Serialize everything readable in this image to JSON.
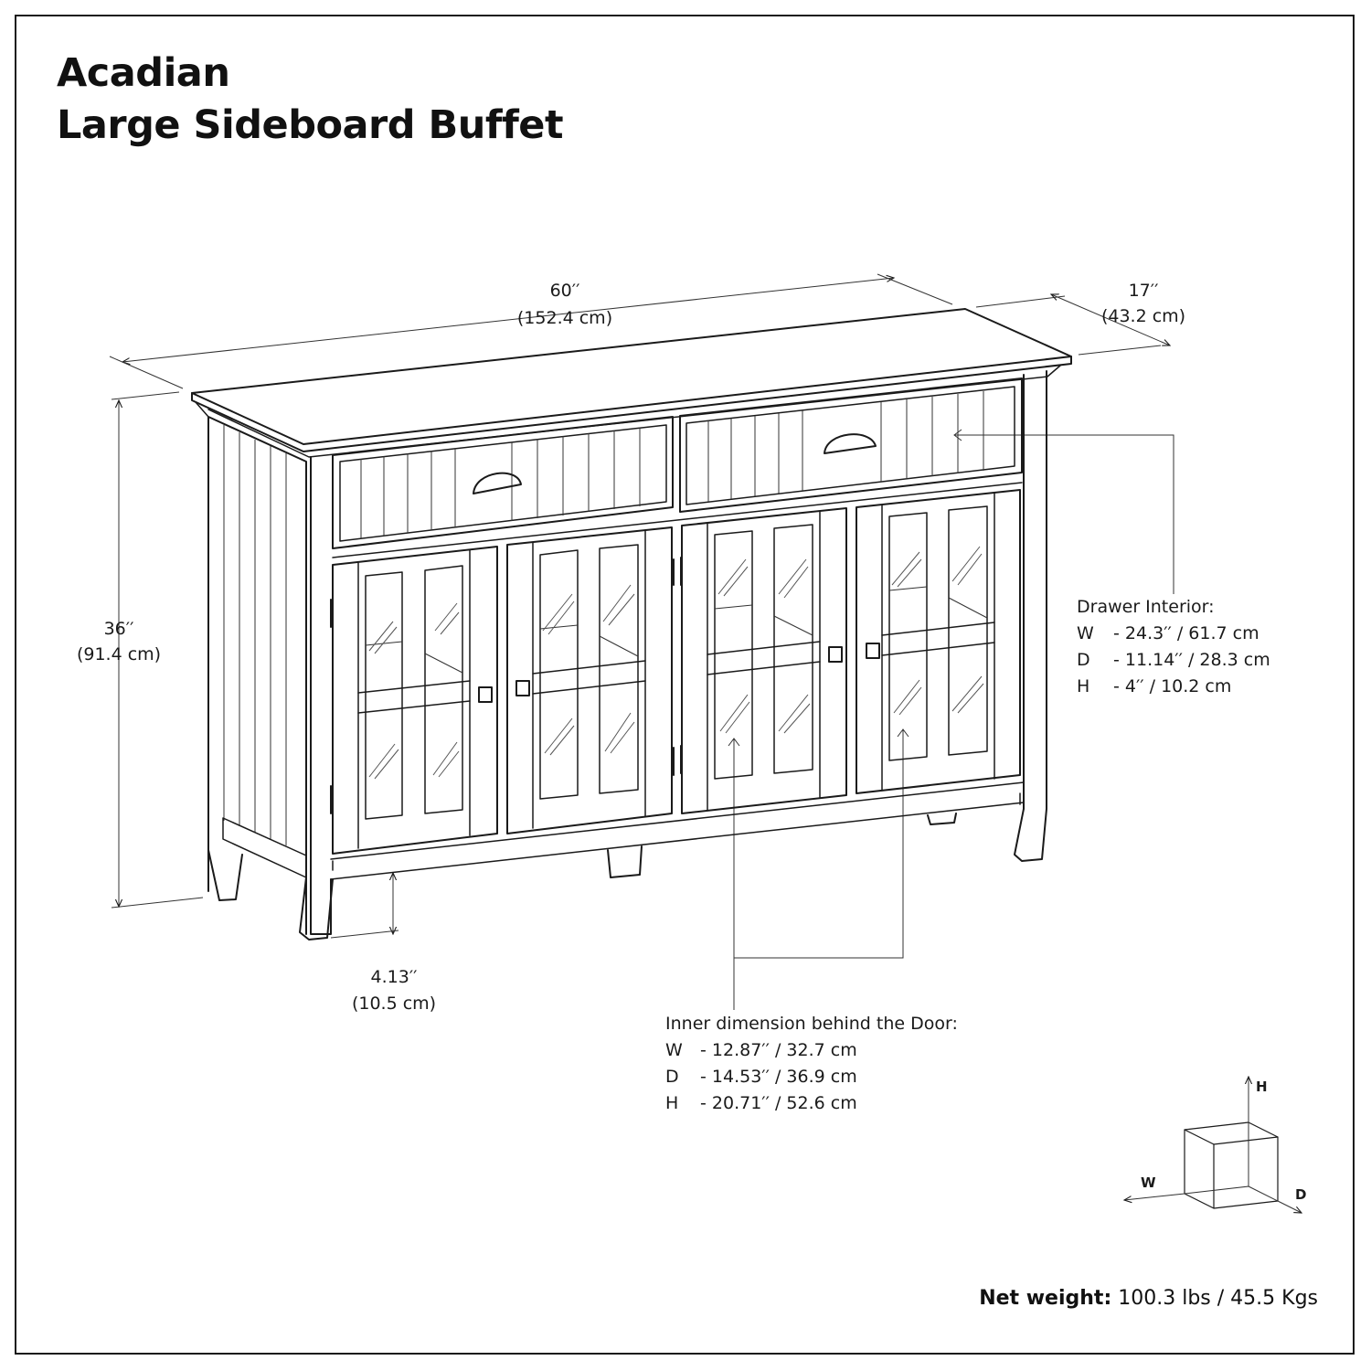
{
  "title": {
    "line1": "Acadian",
    "line2": "Large Sideboard Buffet"
  },
  "dimensions": {
    "width": {
      "imperial": "60′′",
      "metric": "(152.4 cm)"
    },
    "depth": {
      "imperial": "17′′",
      "metric": "(43.2 cm)"
    },
    "height": {
      "imperial": "36′′",
      "metric": "(91.4 cm)"
    },
    "clearance": {
      "imperial": "4.13′′",
      "metric": "(10.5 cm)"
    }
  },
  "drawer_interior": {
    "heading": "Drawer Interior:",
    "rows": [
      {
        "axis": "W",
        "value": "- 24.3′′ / 61.7 cm"
      },
      {
        "axis": "D",
        "value": "- 11.14′′ / 28.3 cm"
      },
      {
        "axis": "H",
        "value": "- 4′′ / 10.2 cm"
      }
    ]
  },
  "door_interior": {
    "heading": "Inner dimension behind the Door:",
    "rows": [
      {
        "axis": "W",
        "value": "- 12.87′′ / 32.7 cm"
      },
      {
        "axis": "D",
        "value": "- 14.53′′ / 36.9 cm"
      },
      {
        "axis": "H",
        "value": "- 20.71′′ / 52.6 cm"
      }
    ]
  },
  "axis_legend": {
    "h": "H",
    "w": "W",
    "d": "D"
  },
  "net_weight": {
    "label": "Net weight:",
    "value": "100.3 lbs / 45.5 Kgs"
  }
}
